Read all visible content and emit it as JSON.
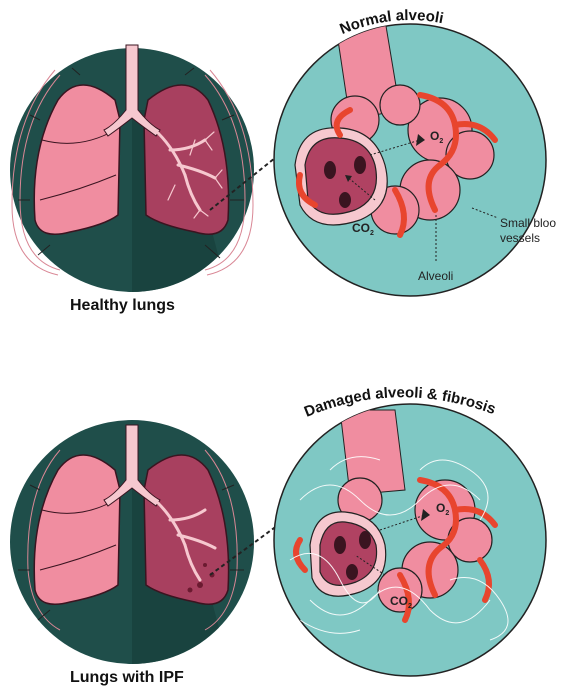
{
  "top": {
    "title": "Normal alveoli",
    "caption": "Healthy lungs",
    "label_vessels_1": "Small bloo",
    "label_vessels_2": "vessels",
    "label_alveoli": "Alveoli",
    "o2": "O",
    "o2_sub": "2",
    "co2": "CO",
    "co2_sub": "2"
  },
  "bottom": {
    "title": "Damaged alveoli & fibrosis",
    "caption": "Lungs with IPF",
    "o2": "O",
    "o2_sub": "2",
    "co2": "CO",
    "co2_sub": "2"
  },
  "colors": {
    "dark_teal": "#1f4e4a",
    "light_teal": "#7fc8c4",
    "lung_pink": "#f08da0",
    "lung_dark": "#a8405f",
    "vessel_red": "#e8452e",
    "trachea": "#f6c8cf"
  }
}
